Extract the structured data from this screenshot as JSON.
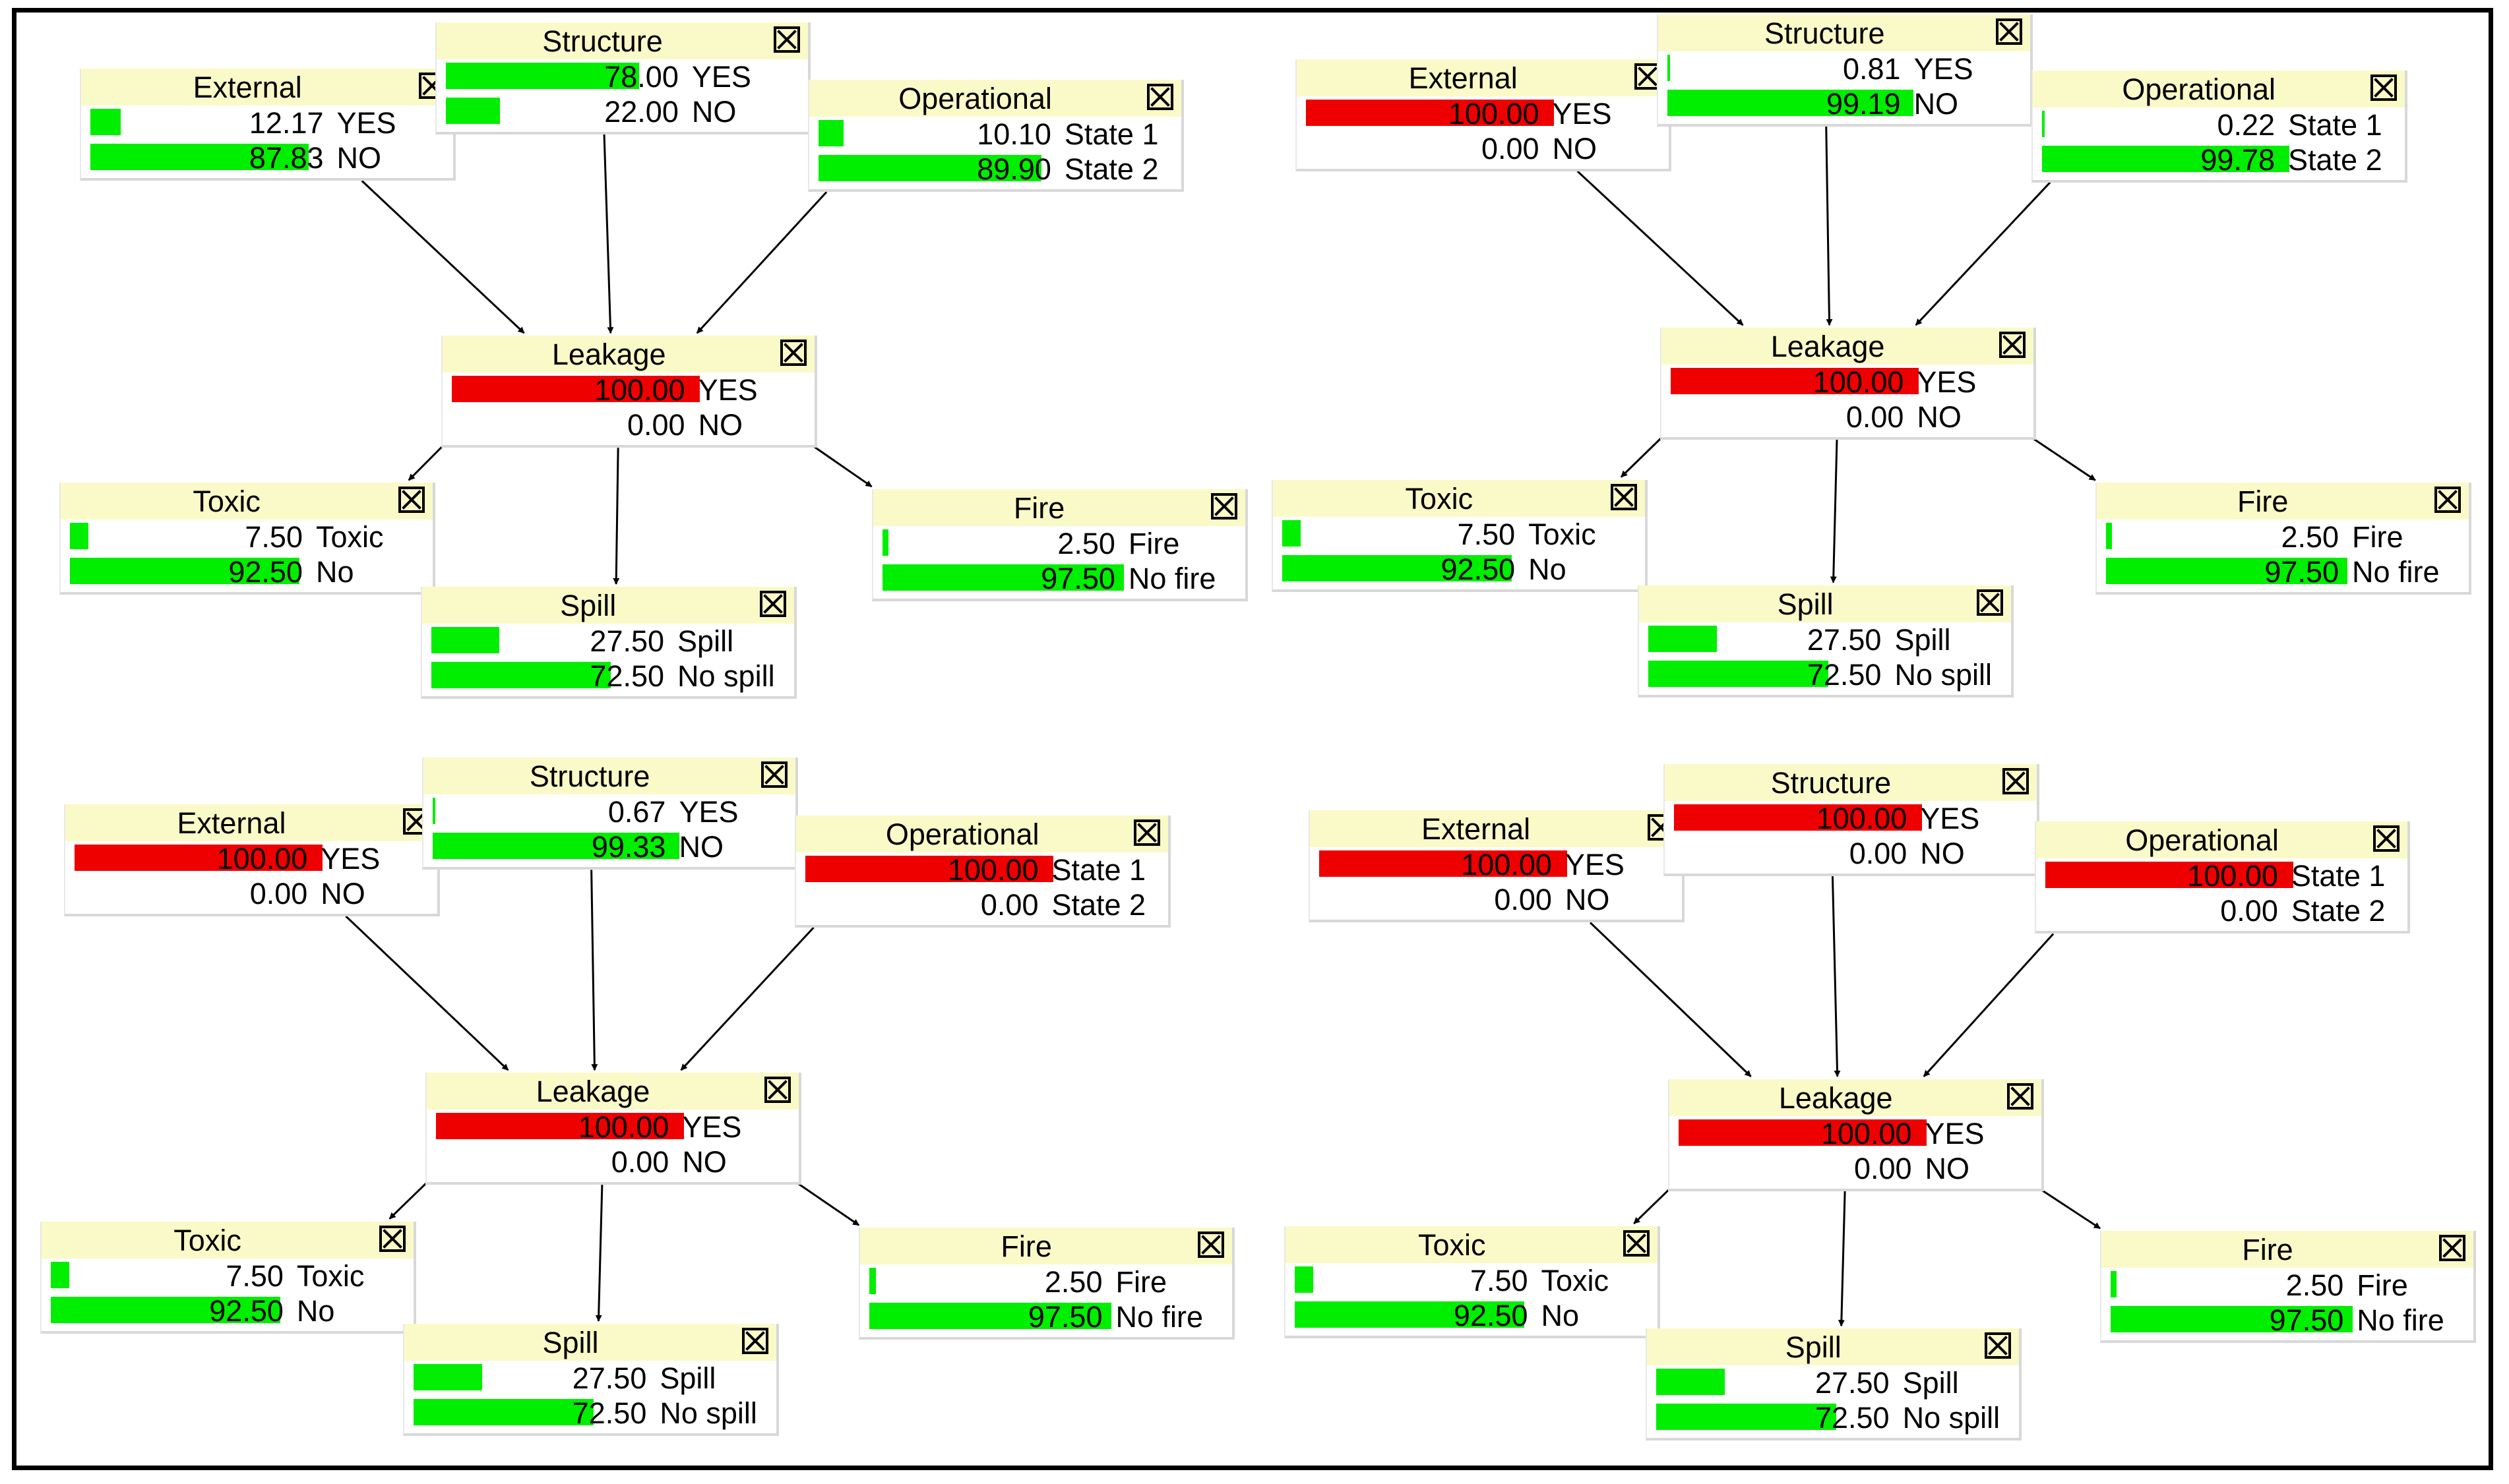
{
  "colors": {
    "node_header": "#fafac8",
    "bar_normal": "#00ee00",
    "bar_evidence": "#ee0000"
  },
  "icons": {
    "node_close": "close-icon"
  },
  "panels": [
    {
      "nodes": {
        "external": {
          "title": "External",
          "states": [
            {
              "value": "12.17",
              "label": "YES",
              "percent": 12.17,
              "evidence": false
            },
            {
              "value": "87.83",
              "label": "NO",
              "percent": 87.83,
              "evidence": false
            }
          ]
        },
        "structure": {
          "title": "Structure",
          "states": [
            {
              "value": "78.00",
              "label": "YES",
              "percent": 78.0,
              "evidence": false
            },
            {
              "value": "22.00",
              "label": "NO",
              "percent": 22.0,
              "evidence": false
            }
          ]
        },
        "operational": {
          "title": "Operational",
          "states": [
            {
              "value": "10.10",
              "label": "State 1",
              "percent": 10.1,
              "evidence": false
            },
            {
              "value": "89.90",
              "label": "State 2",
              "percent": 89.9,
              "evidence": false
            }
          ]
        },
        "leakage": {
          "title": "Leakage",
          "states": [
            {
              "value": "100.00",
              "label": "YES",
              "percent": 100.0,
              "evidence": true
            },
            {
              "value": "0.00",
              "label": "NO",
              "percent": 0.0,
              "evidence": false
            }
          ]
        },
        "toxic": {
          "title": "Toxic",
          "states": [
            {
              "value": "7.50",
              "label": "Toxic",
              "percent": 7.5,
              "evidence": false
            },
            {
              "value": "92.50",
              "label": "No",
              "percent": 92.5,
              "evidence": false
            }
          ]
        },
        "spill": {
          "title": "Spill",
          "states": [
            {
              "value": "27.50",
              "label": "Spill",
              "percent": 27.5,
              "evidence": false
            },
            {
              "value": "72.50",
              "label": "No spill",
              "percent": 72.5,
              "evidence": false
            }
          ]
        },
        "fire": {
          "title": "Fire",
          "states": [
            {
              "value": "2.50",
              "label": "Fire",
              "percent": 2.5,
              "evidence": false
            },
            {
              "value": "97.50",
              "label": "No fire",
              "percent": 97.5,
              "evidence": false
            }
          ]
        }
      }
    },
    {
      "nodes": {
        "external": {
          "title": "External",
          "states": [
            {
              "value": "100.00",
              "label": "YES",
              "percent": 100.0,
              "evidence": true
            },
            {
              "value": "0.00",
              "label": "NO",
              "percent": 0.0,
              "evidence": false
            }
          ]
        },
        "structure": {
          "title": "Structure",
          "states": [
            {
              "value": "0.81",
              "label": "YES",
              "percent": 0.81,
              "evidence": false
            },
            {
              "value": "99.19",
              "label": "NO",
              "percent": 99.19,
              "evidence": false
            }
          ]
        },
        "operational": {
          "title": "Operational",
          "states": [
            {
              "value": "0.22",
              "label": "State 1",
              "percent": 0.22,
              "evidence": false
            },
            {
              "value": "99.78",
              "label": "State 2",
              "percent": 99.78,
              "evidence": false
            }
          ]
        },
        "leakage": {
          "title": "Leakage",
          "states": [
            {
              "value": "100.00",
              "label": "YES",
              "percent": 100.0,
              "evidence": true
            },
            {
              "value": "0.00",
              "label": "NO",
              "percent": 0.0,
              "evidence": false
            }
          ]
        },
        "toxic": {
          "title": "Toxic",
          "states": [
            {
              "value": "7.50",
              "label": "Toxic",
              "percent": 7.5,
              "evidence": false
            },
            {
              "value": "92.50",
              "label": "No",
              "percent": 92.5,
              "evidence": false
            }
          ]
        },
        "spill": {
          "title": "Spill",
          "states": [
            {
              "value": "27.50",
              "label": "Spill",
              "percent": 27.5,
              "evidence": false
            },
            {
              "value": "72.50",
              "label": "No spill",
              "percent": 72.5,
              "evidence": false
            }
          ]
        },
        "fire": {
          "title": "Fire",
          "states": [
            {
              "value": "2.50",
              "label": "Fire",
              "percent": 2.5,
              "evidence": false
            },
            {
              "value": "97.50",
              "label": "No fire",
              "percent": 97.5,
              "evidence": false
            }
          ]
        }
      }
    },
    {
      "nodes": {
        "external": {
          "title": "External",
          "states": [
            {
              "value": "100.00",
              "label": "YES",
              "percent": 100.0,
              "evidence": true
            },
            {
              "value": "0.00",
              "label": "NO",
              "percent": 0.0,
              "evidence": false
            }
          ]
        },
        "structure": {
          "title": "Structure",
          "states": [
            {
              "value": "0.67",
              "label": "YES",
              "percent": 0.67,
              "evidence": false
            },
            {
              "value": "99.33",
              "label": "NO",
              "percent": 99.33,
              "evidence": false
            }
          ]
        },
        "operational": {
          "title": "Operational",
          "states": [
            {
              "value": "100.00",
              "label": "State 1",
              "percent": 100.0,
              "evidence": true
            },
            {
              "value": "0.00",
              "label": "State 2",
              "percent": 0.0,
              "evidence": false
            }
          ]
        },
        "leakage": {
          "title": "Leakage",
          "states": [
            {
              "value": "100.00",
              "label": "YES",
              "percent": 100.0,
              "evidence": true
            },
            {
              "value": "0.00",
              "label": "NO",
              "percent": 0.0,
              "evidence": false
            }
          ]
        },
        "toxic": {
          "title": "Toxic",
          "states": [
            {
              "value": "7.50",
              "label": "Toxic",
              "percent": 7.5,
              "evidence": false
            },
            {
              "value": "92.50",
              "label": "No",
              "percent": 92.5,
              "evidence": false
            }
          ]
        },
        "spill": {
          "title": "Spill",
          "states": [
            {
              "value": "27.50",
              "label": "Spill",
              "percent": 27.5,
              "evidence": false
            },
            {
              "value": "72.50",
              "label": "No spill",
              "percent": 72.5,
              "evidence": false
            }
          ]
        },
        "fire": {
          "title": "Fire",
          "states": [
            {
              "value": "2.50",
              "label": "Fire",
              "percent": 2.5,
              "evidence": false
            },
            {
              "value": "97.50",
              "label": "No fire",
              "percent": 97.5,
              "evidence": false
            }
          ]
        }
      }
    },
    {
      "nodes": {
        "external": {
          "title": "External",
          "states": [
            {
              "value": "100.00",
              "label": "YES",
              "percent": 100.0,
              "evidence": true
            },
            {
              "value": "0.00",
              "label": "NO",
              "percent": 0.0,
              "evidence": false
            }
          ]
        },
        "structure": {
          "title": "Structure",
          "states": [
            {
              "value": "100.00",
              "label": "YES",
              "percent": 100.0,
              "evidence": true
            },
            {
              "value": "0.00",
              "label": "NO",
              "percent": 0.0,
              "evidence": false
            }
          ]
        },
        "operational": {
          "title": "Operational",
          "states": [
            {
              "value": "100.00",
              "label": "State 1",
              "percent": 100.0,
              "evidence": true
            },
            {
              "value": "0.00",
              "label": "State 2",
              "percent": 0.0,
              "evidence": false
            }
          ]
        },
        "leakage": {
          "title": "Leakage",
          "states": [
            {
              "value": "100.00",
              "label": "YES",
              "percent": 100.0,
              "evidence": true
            },
            {
              "value": "0.00",
              "label": "NO",
              "percent": 0.0,
              "evidence": false
            }
          ]
        },
        "toxic": {
          "title": "Toxic",
          "states": [
            {
              "value": "7.50",
              "label": "Toxic",
              "percent": 7.5,
              "evidence": false
            },
            {
              "value": "92.50",
              "label": "No",
              "percent": 92.5,
              "evidence": false
            }
          ]
        },
        "spill": {
          "title": "Spill",
          "states": [
            {
              "value": "27.50",
              "label": "Spill",
              "percent": 27.5,
              "evidence": false
            },
            {
              "value": "72.50",
              "label": "No spill",
              "percent": 72.5,
              "evidence": false
            }
          ]
        },
        "fire": {
          "title": "Fire",
          "states": [
            {
              "value": "2.50",
              "label": "Fire",
              "percent": 2.5,
              "evidence": false
            },
            {
              "value": "97.50",
              "label": "No fire",
              "percent": 97.5,
              "evidence": false
            }
          ]
        }
      }
    }
  ]
}
